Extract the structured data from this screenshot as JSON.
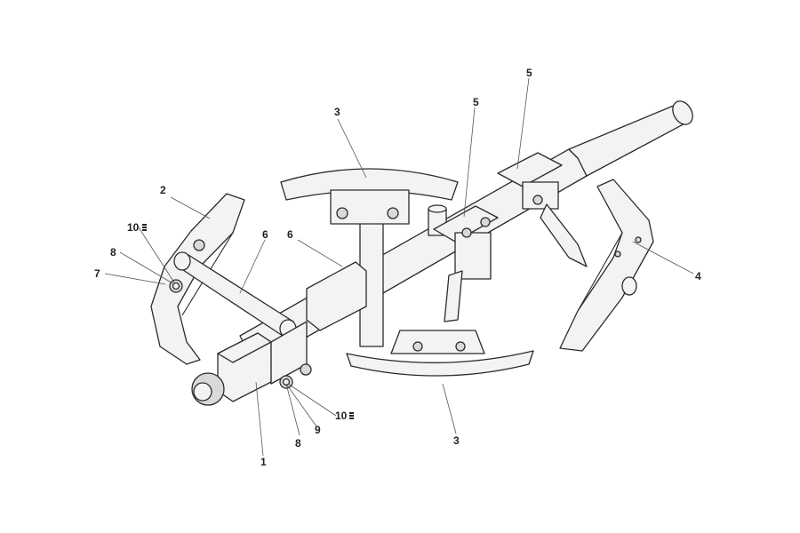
{
  "callouts": {
    "c1": "1",
    "c2": "2",
    "c3a": "3",
    "c3b": "3",
    "c4": "4",
    "c5a": "5",
    "c5b": "5",
    "c6a": "6",
    "c6b": "6",
    "c7": "7",
    "c8a": "8",
    "c8b": "8",
    "c9": "9",
    "c10a": "10",
    "c10b": "10"
  }
}
